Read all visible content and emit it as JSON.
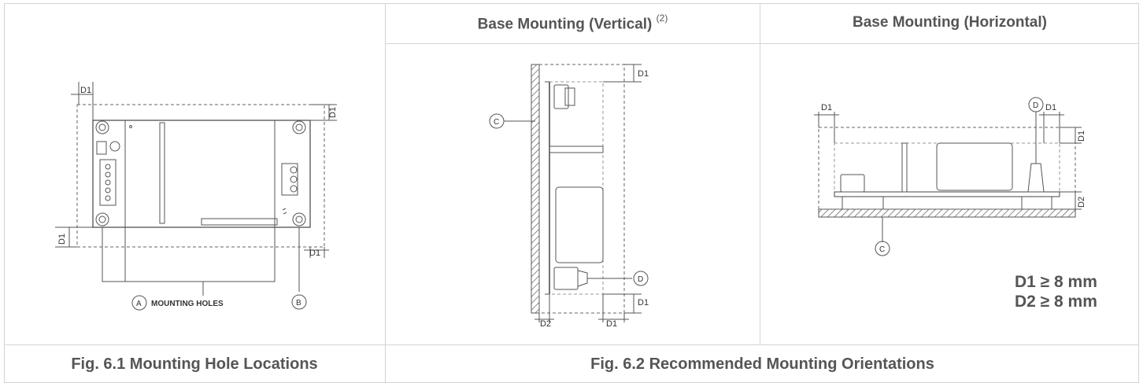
{
  "headers": {
    "vertical_label": "Base Mounting (Vertical)",
    "vertical_note": "(2)",
    "horizontal_label": "Base Mounting (Horizontal)"
  },
  "captions": {
    "fig1": "Fig. 6.1  Mounting Hole Locations",
    "fig2": "Fig. 6.2  Recommended Mounting Orientations"
  },
  "labels": {
    "d1": "D1",
    "d2": "D2",
    "a": "A",
    "b": "B",
    "c": "C",
    "d": "D",
    "mounting_holes": "MOUNTING HOLES"
  },
  "specs": {
    "d1": "D1 ≥ 8 mm",
    "d2": "D2 ≥ 8 mm"
  }
}
